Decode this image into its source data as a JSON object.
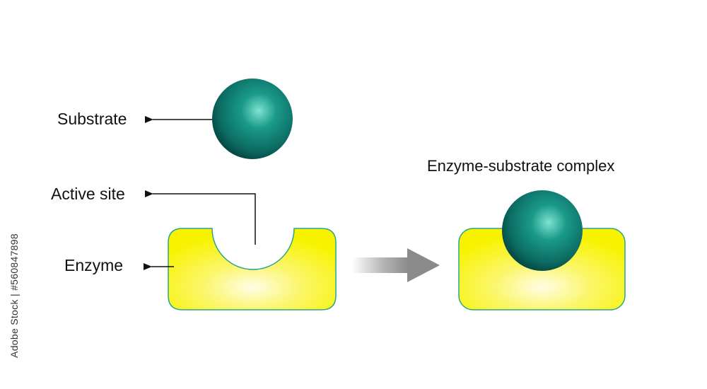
{
  "labels": {
    "substrate": "Substrate",
    "active_site": "Active site",
    "enzyme": "Enzyme",
    "complex": "Enzyme-substrate complex"
  },
  "watermark": "Adobe Stock | #560847898",
  "colors": {
    "enzyme_fill": "#f7f300",
    "enzyme_glow": "#fffde6",
    "enzyme_stroke": "#2aa58f",
    "substrate": "#0e7f74",
    "arrow": "#8a8a8a",
    "pointer": "#111111"
  }
}
